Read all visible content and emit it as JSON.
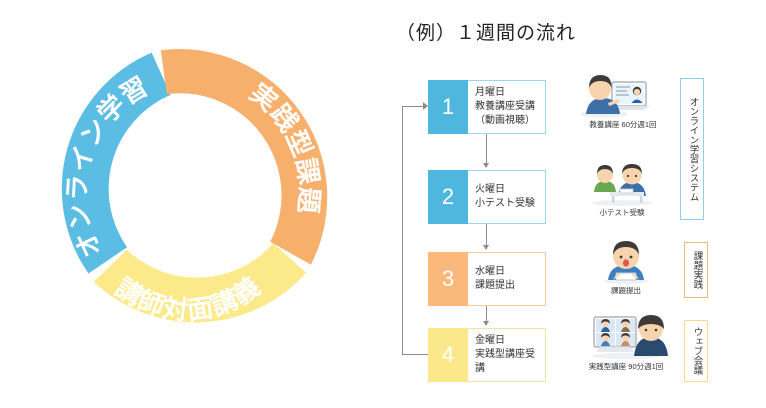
{
  "cycle": {
    "name": "learning-cycle-donut",
    "segments": [
      {
        "id": "online",
        "label": "オンライン学習",
        "color": "#5BBCE4"
      },
      {
        "id": "practical",
        "label": "実践型課題",
        "color": "#F7B06B"
      },
      {
        "id": "lecture",
        "label": "講師対面講義",
        "color": "#FBE98A"
      }
    ]
  },
  "flow": {
    "title": "（例）１週間の流れ",
    "steps": [
      {
        "number": "1",
        "day": "月曜日",
        "line2": "教養講座受講",
        "line3": "（動画視聴）",
        "color": "#4FB7DE",
        "illustration": "person-watching-video-lecture-icon",
        "caption": "教養講座 60分週1回"
      },
      {
        "number": "2",
        "day": "火曜日",
        "line2": "小テスト受験",
        "line3": "",
        "color": "#4FB7DE",
        "illustration": "students-taking-test-icon",
        "caption": "小テスト受験"
      },
      {
        "number": "3",
        "day": "水曜日",
        "line2": "課題提出",
        "line3": "",
        "color": "#FAB97A",
        "illustration": "person-submitting-assignment-icon",
        "caption": "課題提出"
      },
      {
        "number": "4",
        "day": "金曜日",
        "line2": "実践型講座受講",
        "line3": "",
        "color": "#FBE88A",
        "illustration": "web-conference-icon",
        "caption": "実践型講座 90分週1回"
      }
    ],
    "category_labels": [
      {
        "id": "online-system",
        "text": "オンライン学習システム",
        "color": "#8ccfe8",
        "spans_steps": "1-2"
      },
      {
        "id": "assignment-practice",
        "text": "課題実践",
        "color": "#f3b97c",
        "spans_steps": "3"
      },
      {
        "id": "web-meeting",
        "text": "ウェブ会議",
        "color": "#f2dd86",
        "spans_steps": "4"
      }
    ]
  }
}
